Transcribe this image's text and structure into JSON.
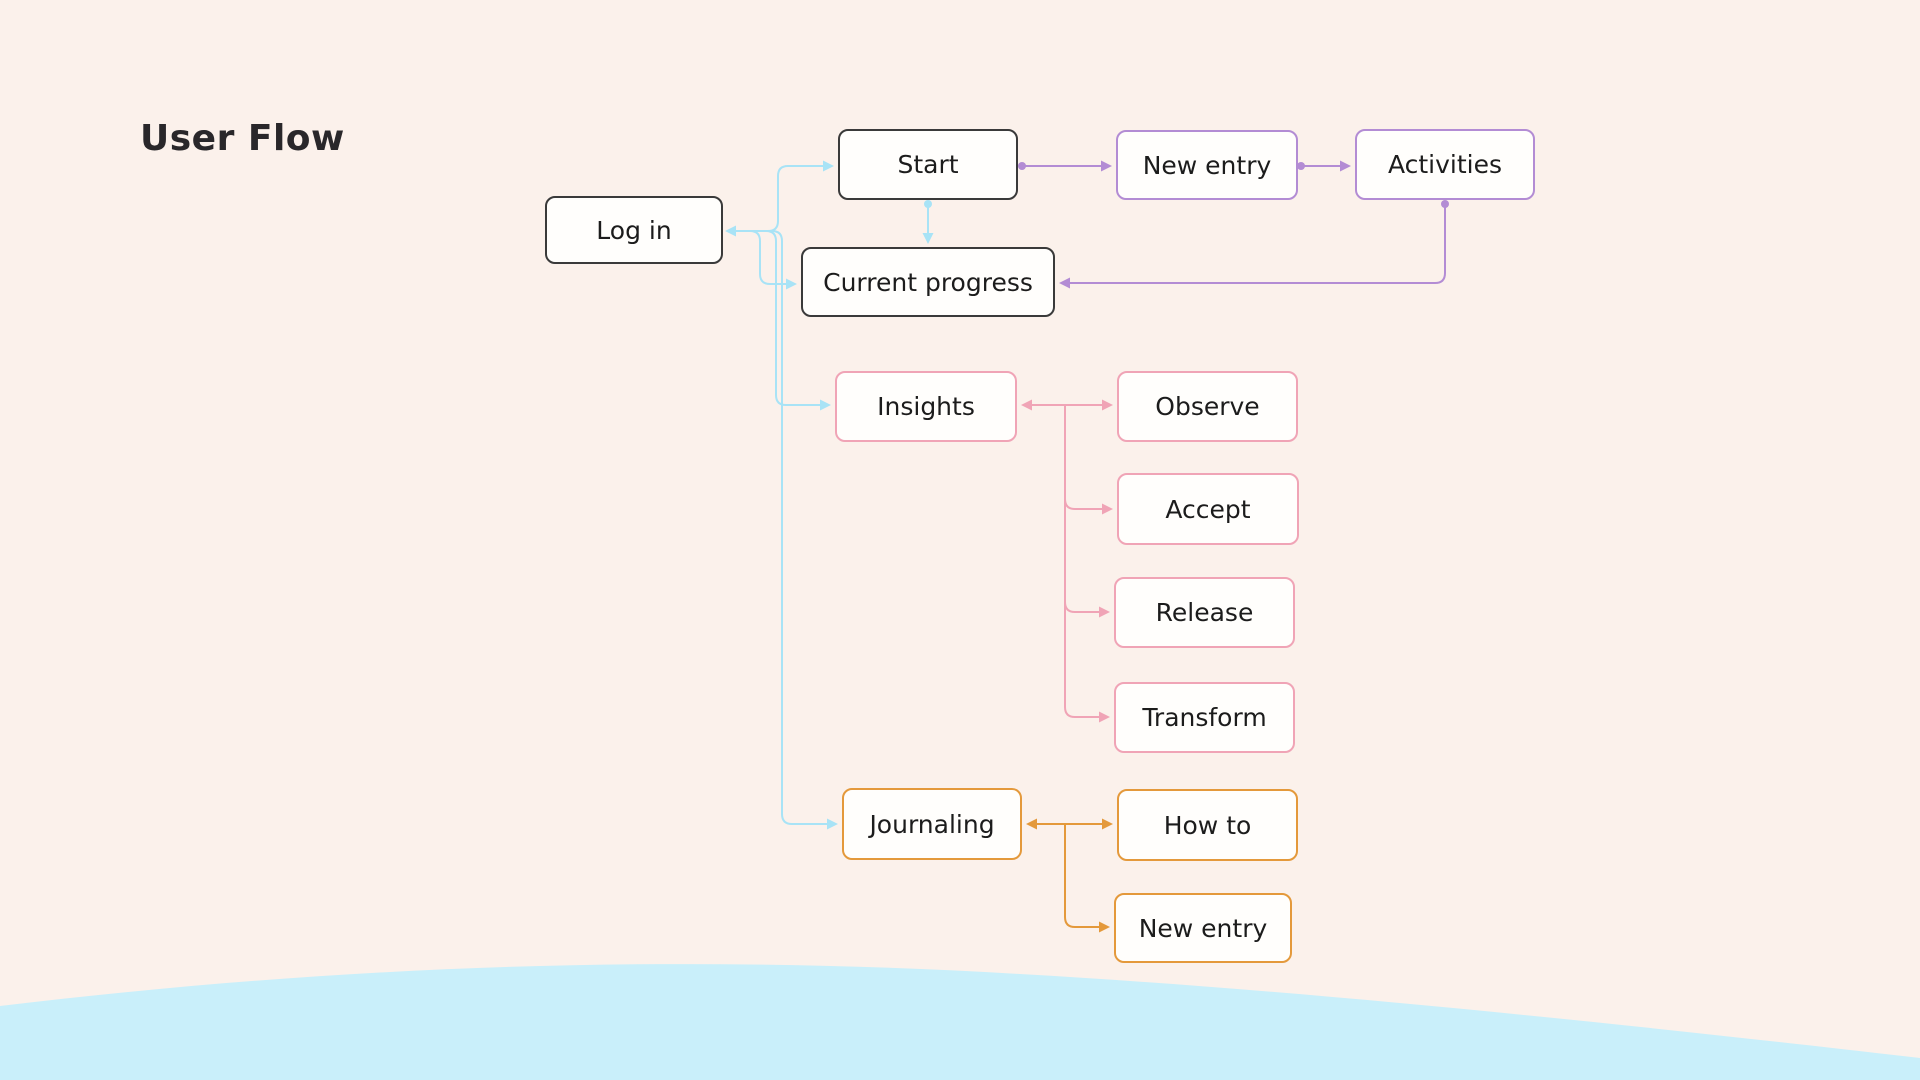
{
  "title": "User Flow",
  "colors": {
    "background": "#FBF1EB",
    "node_fill": "#FFFEFC",
    "node_text": "#1C1C1C",
    "dark_border": "#3A3A3A",
    "blue_connector": "#A8E3F6",
    "purple_connector": "#B38CD4",
    "pink_connector": "#F0A4B6",
    "orange_connector": "#E4993B",
    "wave": "#C9EFFA",
    "title_text": "#29272A"
  },
  "nodes": {
    "login": {
      "label": "Log in",
      "group": "dark"
    },
    "start": {
      "label": "Start",
      "group": "dark"
    },
    "new_entry_top": {
      "label": "New entry",
      "group": "purple"
    },
    "activities": {
      "label": "Activities",
      "group": "purple"
    },
    "current_progress": {
      "label": "Current progress",
      "group": "dark"
    },
    "insights": {
      "label": "Insights",
      "group": "pink"
    },
    "observe": {
      "label": "Observe",
      "group": "pink"
    },
    "accept": {
      "label": "Accept",
      "group": "pink"
    },
    "release": {
      "label": "Release",
      "group": "pink"
    },
    "transform": {
      "label": "Transform",
      "group": "pink"
    },
    "journaling": {
      "label": "Journaling",
      "group": "orange"
    },
    "how_to": {
      "label": "How to",
      "group": "orange"
    },
    "new_entry_bottom": {
      "label": "New entry",
      "group": "orange"
    }
  },
  "edges": [
    {
      "from": "Log in",
      "to": "Start",
      "color": "blue",
      "arrows": "both"
    },
    {
      "from": "Log in",
      "to": "Current progress",
      "color": "blue",
      "arrows": "to"
    },
    {
      "from": "Log in",
      "to": "Insights",
      "color": "blue",
      "arrows": "to"
    },
    {
      "from": "Log in",
      "to": "Journaling",
      "color": "blue",
      "arrows": "to"
    },
    {
      "from": "Start",
      "to": "Current progress",
      "color": "blue",
      "arrows": "to"
    },
    {
      "from": "Start",
      "to": "New entry",
      "color": "purple",
      "arrows": "to"
    },
    {
      "from": "New entry",
      "to": "Activities",
      "color": "purple",
      "arrows": "to"
    },
    {
      "from": "Activities",
      "to": "Current progress",
      "color": "purple",
      "arrows": "to"
    },
    {
      "from": "Insights",
      "to": "Observe",
      "color": "pink",
      "arrows": "both"
    },
    {
      "from": "Insights",
      "to": "Accept",
      "color": "pink",
      "arrows": "to"
    },
    {
      "from": "Insights",
      "to": "Release",
      "color": "pink",
      "arrows": "to"
    },
    {
      "from": "Insights",
      "to": "Transform",
      "color": "pink",
      "arrows": "to"
    },
    {
      "from": "Journaling",
      "to": "How to",
      "color": "orange",
      "arrows": "both"
    },
    {
      "from": "Journaling",
      "to": "New entry",
      "color": "orange",
      "arrows": "to"
    }
  ]
}
